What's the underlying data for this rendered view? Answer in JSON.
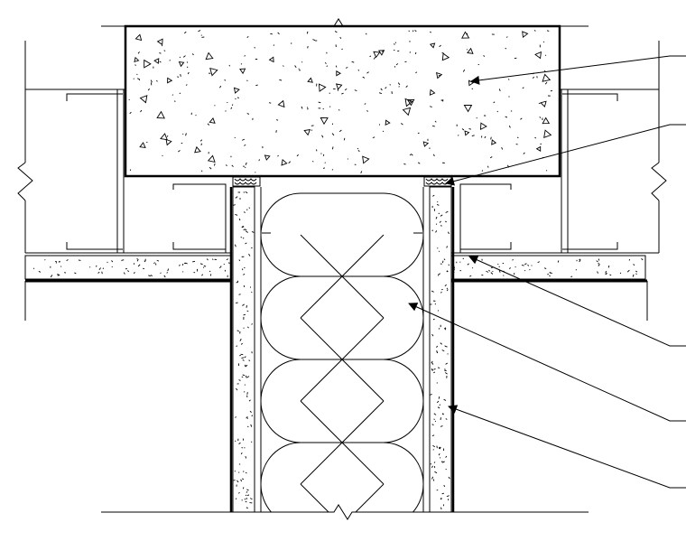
{
  "diagram": {
    "kind": "architectural-section-detail",
    "colors": {
      "line": "#000000",
      "paper": "#ffffff"
    },
    "components": [
      "concrete-slab",
      "steel-stud-frame-left",
      "steel-stud-frame-right",
      "floor-topping-left",
      "floor-topping-right",
      "wall-board-left",
      "wall-board-right",
      "batt-insulation",
      "head-joint-sealant-left",
      "head-joint-sealant-right",
      "break-symbols"
    ],
    "leaders": [
      {
        "target": "concrete-slab",
        "label": ""
      },
      {
        "target": "head-joint-sealant",
        "label": ""
      },
      {
        "target": "floor-topping",
        "label": ""
      },
      {
        "target": "batt-insulation",
        "label": ""
      },
      {
        "target": "wall-board",
        "label": ""
      }
    ]
  }
}
